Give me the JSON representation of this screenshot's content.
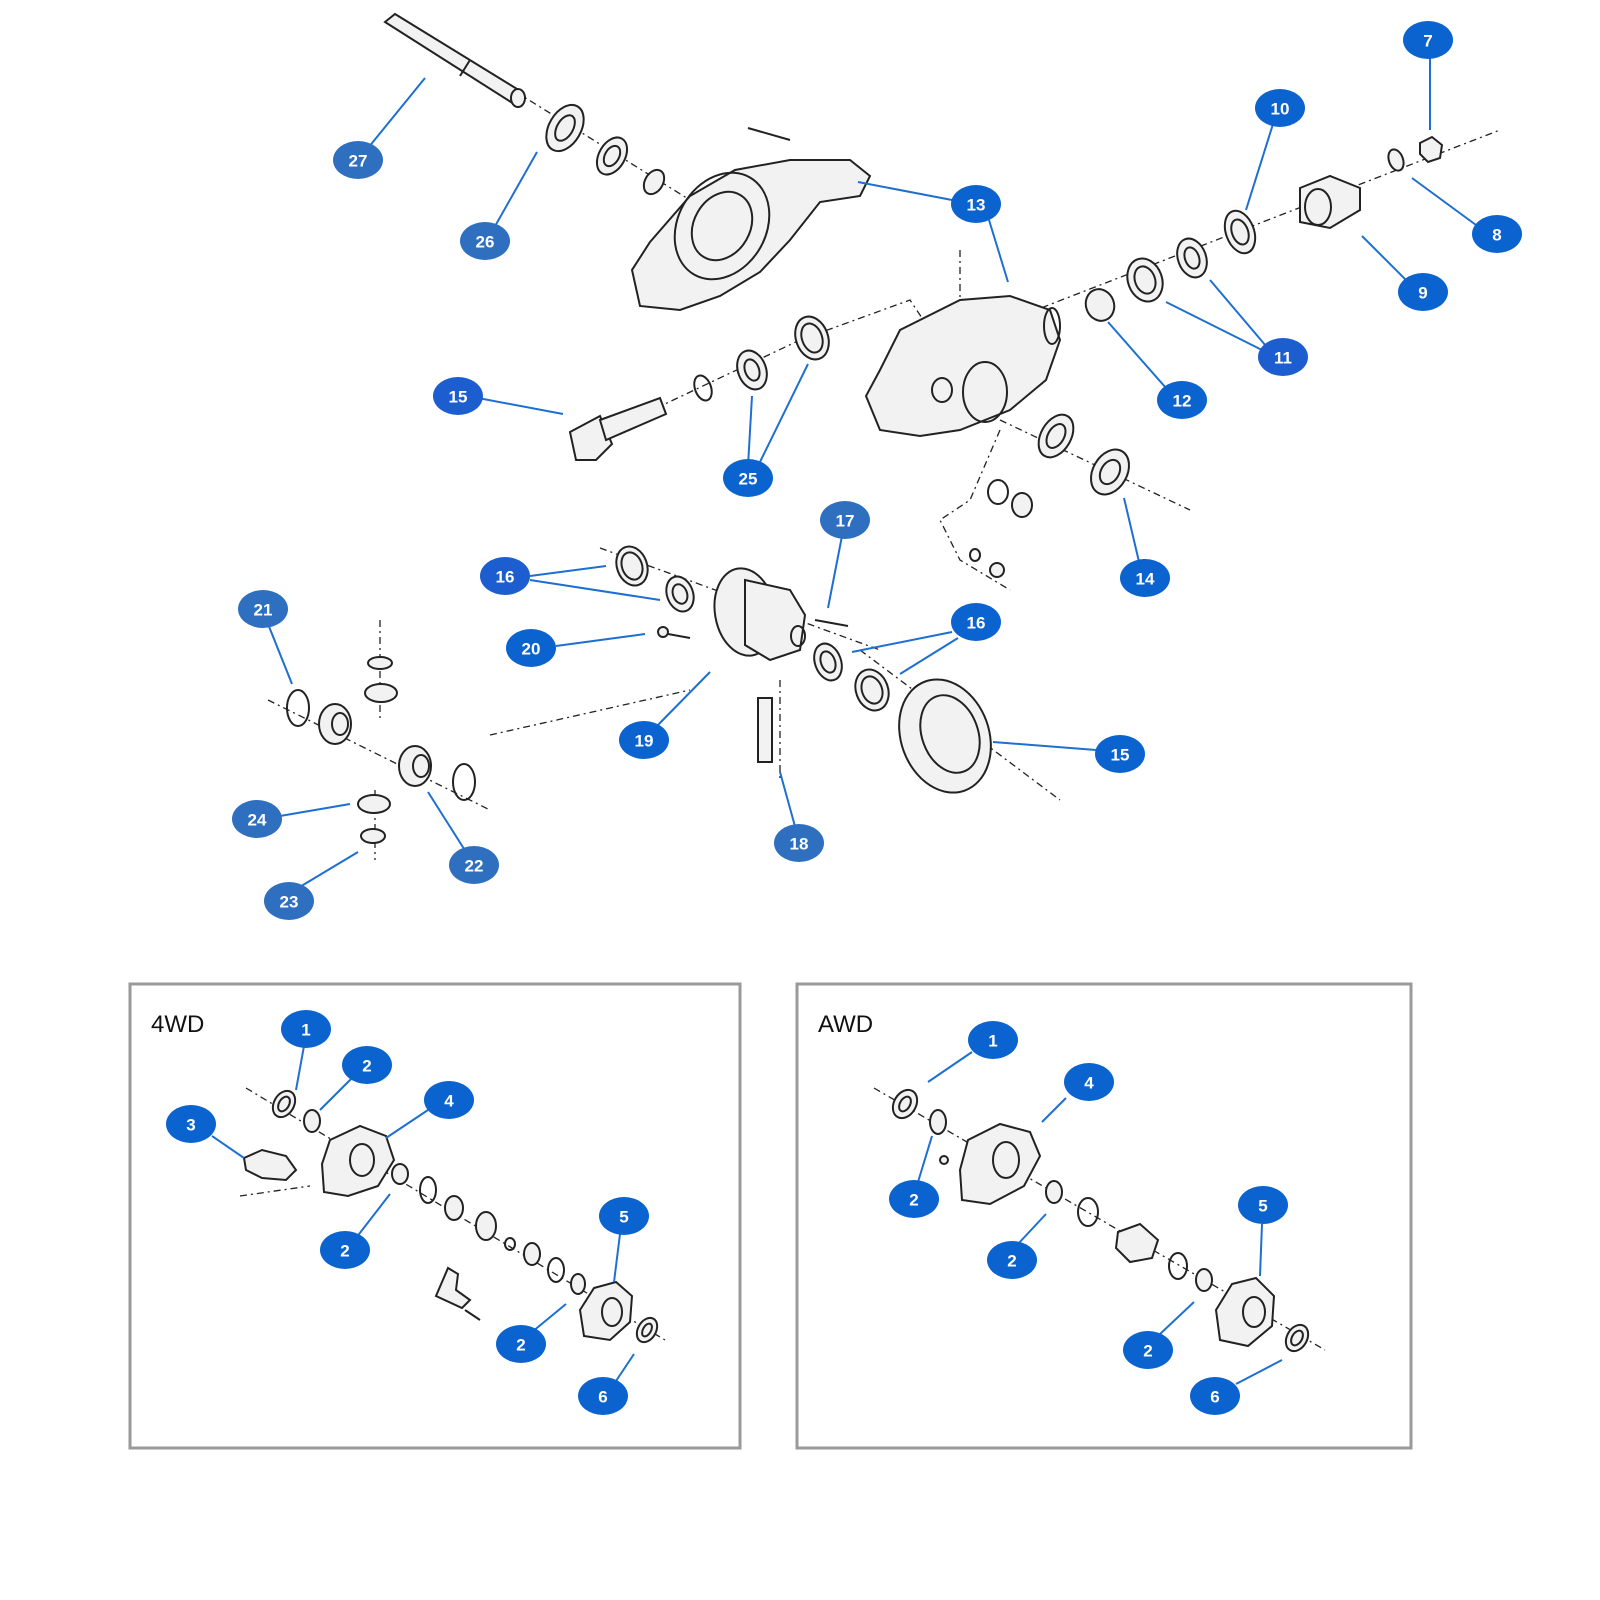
{
  "colors": {
    "callout": "#0a63cf",
    "callout_alt": "#2f6fc0",
    "leader": "#1d6fd1",
    "frame": "#9a9a9a"
  },
  "callouts": {
    "c27": "27",
    "c26": "26",
    "c13": "13",
    "c10": "10",
    "c7": "7",
    "c8": "8",
    "c9": "9",
    "c11": "11",
    "c12": "12",
    "c15a": "15",
    "c25": "25",
    "c14": "14",
    "c17": "17",
    "c16a": "16",
    "c20": "20",
    "c16b": "16",
    "c21": "21",
    "c19": "19",
    "c15b": "15",
    "c18": "18",
    "c24": "24",
    "c22": "22",
    "c23": "23"
  },
  "panel_4wd": {
    "title": "4WD",
    "c1": "1",
    "c2a": "2",
    "c3": "3",
    "c4": "4",
    "c2b": "2",
    "c5": "5",
    "c2c": "2",
    "c6": "6"
  },
  "panel_awd": {
    "title": "AWD",
    "c1": "1",
    "c4": "4",
    "c2a": "2",
    "c5": "5",
    "c2b": "2",
    "c2c": "2",
    "c6": "6"
  }
}
